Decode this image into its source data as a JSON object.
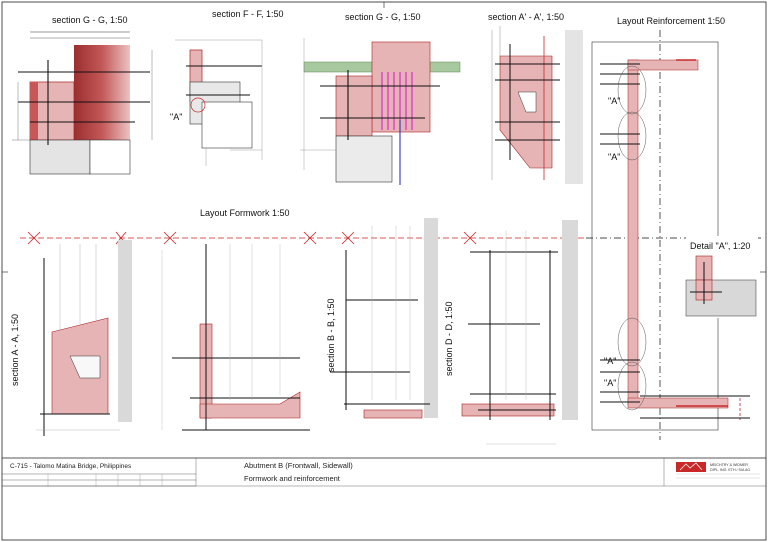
{
  "sheet": {
    "titles": {
      "section_gg_left": "section G - G, 1:50",
      "section_ff": "section F - F, 1:50",
      "section_gg_mid": "section G - G, 1:50",
      "section_aa_prime": "section A' - A', 1:50",
      "layout_reinforcement": "Layout Reinforcement 1:50",
      "layout_formwork": "Layout Formwork 1:50",
      "detail_a": "Detail \"A\", 1:20",
      "section_aa": "section A - A, 1:50",
      "section_bb": "section B - B, 1:50",
      "section_dd": "section D - D, 1:50"
    },
    "markers": {
      "a_label": "\"A\""
    },
    "footer": {
      "project": "C-715 - Talomo Matina Bridge, Philippines",
      "drawing_title_line1": "Abutment B (Frontwall, Sidewall)",
      "drawing_title_line2": "Formwork and reinforcement",
      "firm_name": "MEICHTRY & WIDMER",
      "firm_subtitle": "DIPL. ING. ETH / SIA AG"
    },
    "colors": {
      "concrete_fill": "#e6b4b4",
      "concrete_dark": "#a82020",
      "axis_red": "#d02020",
      "magenta": "#d400d4",
      "blue": "#2020c0",
      "green": "#a8c8a0",
      "grey_fill": "#cfcfcf",
      "logo_red": "#c82828"
    }
  }
}
